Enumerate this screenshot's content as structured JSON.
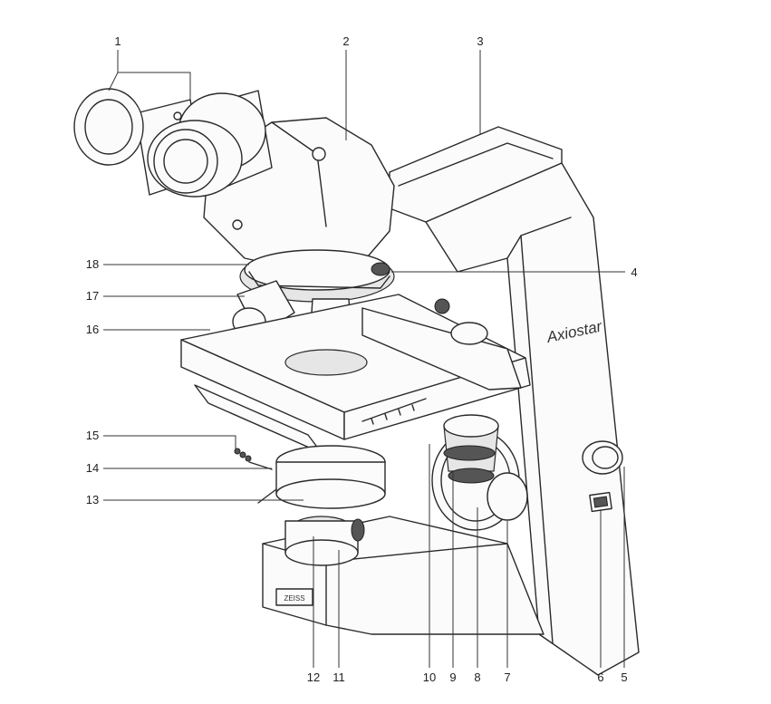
{
  "brand_text": "Axiostar",
  "logo_text": "ZEISS",
  "callouts": [
    {
      "id": "1",
      "label": "1"
    },
    {
      "id": "2",
      "label": "2"
    },
    {
      "id": "3",
      "label": "3"
    },
    {
      "id": "4",
      "label": "4"
    },
    {
      "id": "5",
      "label": "5"
    },
    {
      "id": "6",
      "label": "6"
    },
    {
      "id": "7",
      "label": "7"
    },
    {
      "id": "8",
      "label": "8"
    },
    {
      "id": "9",
      "label": "9"
    },
    {
      "id": "10",
      "label": "10"
    },
    {
      "id": "11",
      "label": "11"
    },
    {
      "id": "12",
      "label": "12"
    },
    {
      "id": "13",
      "label": "13"
    },
    {
      "id": "14",
      "label": "14"
    },
    {
      "id": "15",
      "label": "15"
    },
    {
      "id": "16",
      "label": "16"
    },
    {
      "id": "17",
      "label": "17"
    },
    {
      "id": "18",
      "label": "18"
    }
  ]
}
